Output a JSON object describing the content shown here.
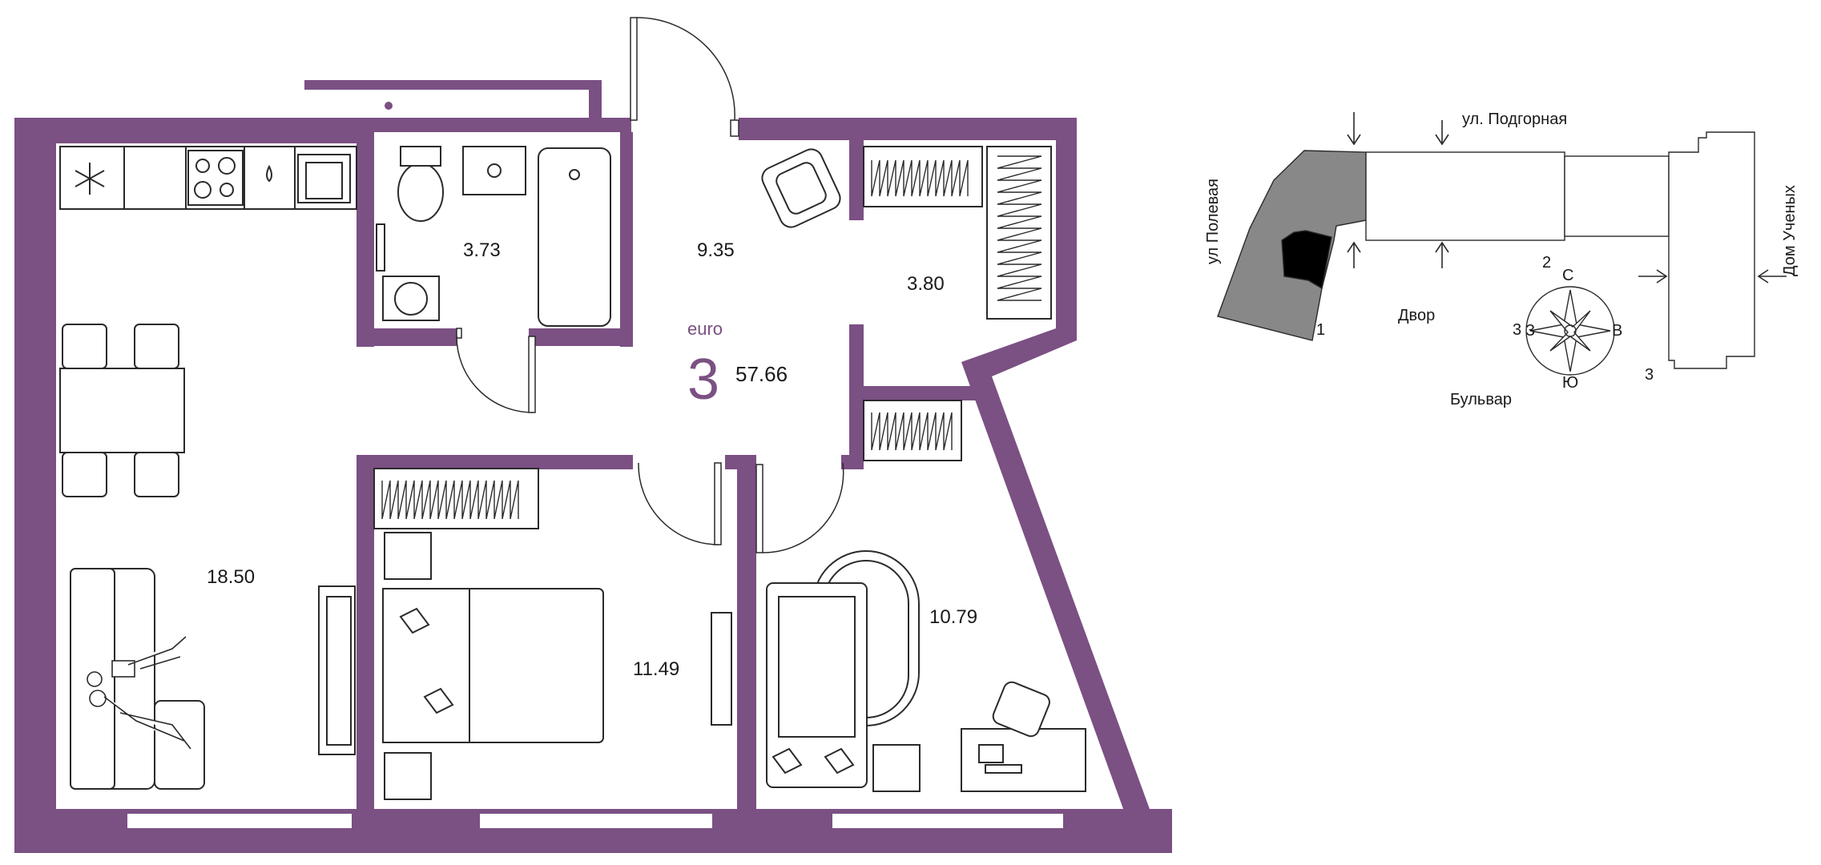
{
  "colors": {
    "wall": "#7b5083",
    "accent": "#7b5083",
    "line": "#2a2a2a",
    "site_dark": "#888888",
    "building": "#000000"
  },
  "apartment": {
    "type_prefix": "euro",
    "rooms": "3",
    "total_area": "57.66"
  },
  "rooms": {
    "living_kitchen": "18.50",
    "bathroom": "3.73",
    "hall": "9.35",
    "storage": "3.80",
    "bedroom_1": "11.49",
    "bedroom_2": "10.79"
  },
  "site_plan": {
    "streets": {
      "podgornaya": "ул. Подгорная",
      "polevaya": "ул Полевая",
      "dom_uchenyh": "Дом Ученых",
      "dvor": "Двор",
      "bulvar": "Бульвар"
    },
    "markers": {
      "m1": "1",
      "m2": "2",
      "m3_left": "3",
      "m3_bottom": "3"
    },
    "compass": {
      "north": "С",
      "south": "Ю",
      "east": "В",
      "west": "З"
    }
  }
}
